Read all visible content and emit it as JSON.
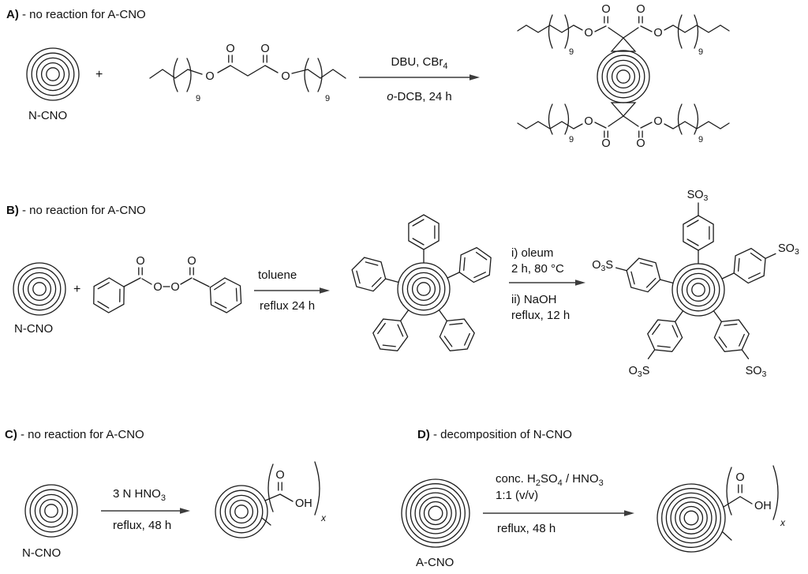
{
  "schemes": {
    "A": {
      "label": "A)",
      "note": " - no reaction for A-CNO",
      "reactant": "N-CNO",
      "plus": "+",
      "cond_top": {
        "main": "DBU, CBr",
        "sub": "4"
      },
      "cond_bottom": {
        "italic": "o",
        "main": "-DCB, 24 h"
      }
    },
    "B": {
      "label": "B)",
      "note": " - no reaction for A-CNO",
      "reactant": "N-CNO",
      "plus": "+",
      "arrow1_top": "toluene",
      "arrow1_bottom": "reflux 24 h",
      "arrow2_top1": "i) oleum",
      "arrow2_top2": "2 h, 80 °C",
      "arrow2_bottom1": "ii) NaOH",
      "arrow2_bottom2": "reflux, 12 h"
    },
    "C": {
      "label": "C)",
      "note": " - no reaction for A-CNO",
      "reactant": "N-CNO",
      "cond_top": {
        "main": "3 N HNO",
        "sub": "3"
      },
      "cond_bottom": "reflux, 48 h"
    },
    "D": {
      "label": "D)",
      "note": " - decomposition of N-CNO",
      "reactant": "A-CNO",
      "cond_top1": {
        "t1": "conc. H",
        "s1": "2",
        "t2": "SO",
        "s2": "4",
        "t3": " / HNO",
        "s3": "3"
      },
      "cond_top2": "1:1 (v/v)",
      "cond_bottom": "reflux, 48 h"
    }
  },
  "atoms": {
    "O": "O",
    "OH": "OH",
    "S": "S",
    "SO": "SO",
    "sub_three": "3",
    "repeat_nine": "9",
    "x_subscript": "x"
  }
}
